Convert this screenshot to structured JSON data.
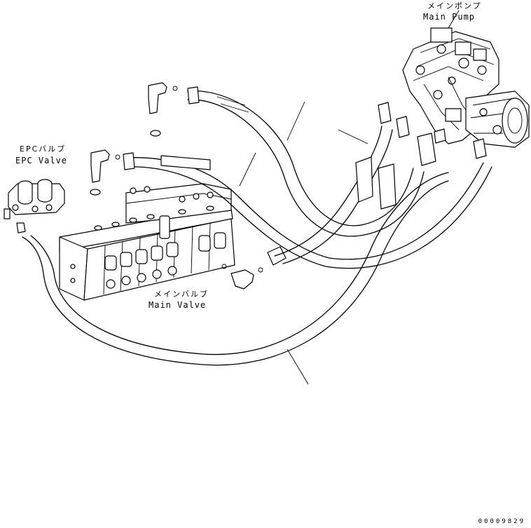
{
  "labels": {
    "main_pump_jp": "メインポンプ",
    "main_pump_en": "Main Pump",
    "epc_valve_jp": "EPCバルブ",
    "epc_valve_en": "EPC Valve",
    "main_valve_jp": "メインバルブ",
    "main_valve_en": "Main Valve"
  },
  "document_number": "00009829"
}
